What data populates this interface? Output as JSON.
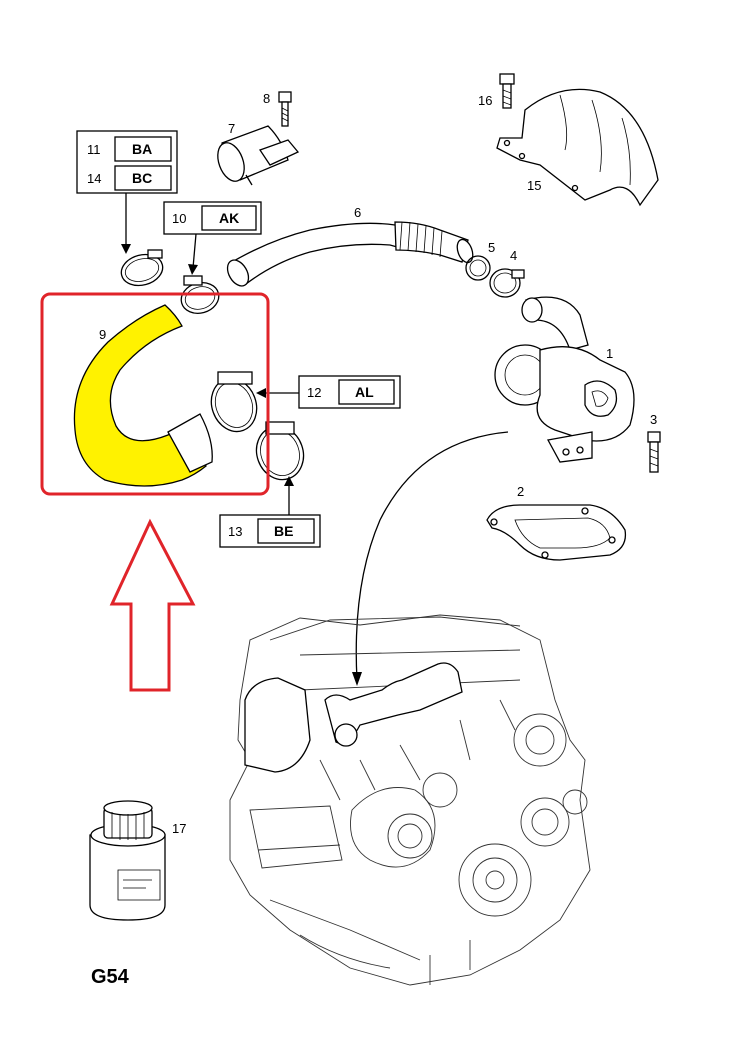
{
  "page_code": "G54",
  "highlight_color": "#fff200",
  "frame_color": "#e0242a",
  "arrow_color": "#e0242a",
  "parts": [
    {
      "id": "p1",
      "number": "1"
    },
    {
      "id": "p2",
      "number": "2"
    },
    {
      "id": "p3",
      "number": "3"
    },
    {
      "id": "p4",
      "number": "4"
    },
    {
      "id": "p5",
      "number": "5"
    },
    {
      "id": "p6",
      "number": "6"
    },
    {
      "id": "p7",
      "number": "7"
    },
    {
      "id": "p8",
      "number": "8"
    },
    {
      "id": "p9",
      "number": "9"
    },
    {
      "id": "p15",
      "number": "15"
    },
    {
      "id": "p16",
      "number": "16"
    },
    {
      "id": "p17",
      "number": "17"
    }
  ],
  "callouts": [
    {
      "id": "c11",
      "number": "11",
      "code": "BA"
    },
    {
      "id": "c14",
      "number": "14",
      "code": "BC"
    },
    {
      "id": "c10",
      "number": "10",
      "code": "AK"
    },
    {
      "id": "c12",
      "number": "12",
      "code": "AL"
    },
    {
      "id": "c13",
      "number": "13",
      "code": "BE"
    }
  ]
}
